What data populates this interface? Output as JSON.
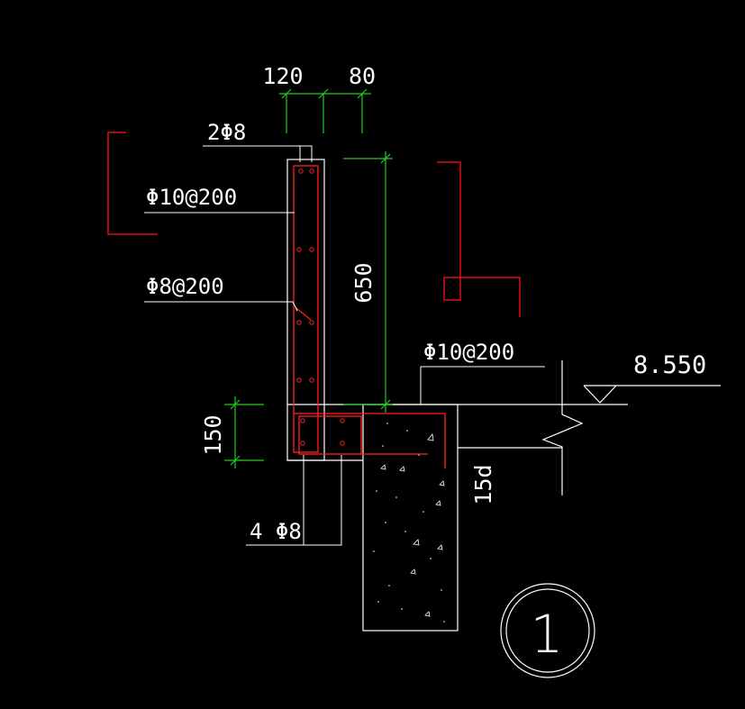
{
  "colors": {
    "background": "#000000",
    "outline": "#ffffff",
    "rebar": "#ff2020",
    "dimension": "#22cc22",
    "section_mark": "#dd1111"
  },
  "dimensions": {
    "top_left": "120",
    "top_right": "80",
    "height": "650",
    "slab": "150",
    "anchorage": "15d"
  },
  "annotations": {
    "top_bars": "2Φ8",
    "vertical_bars": "Φ10@200",
    "stirrups": "Φ8@200",
    "slab_bars": "Φ10@200",
    "bottom_bars": "4 Φ8"
  },
  "elevation": "8.550",
  "detail_number": "1"
}
